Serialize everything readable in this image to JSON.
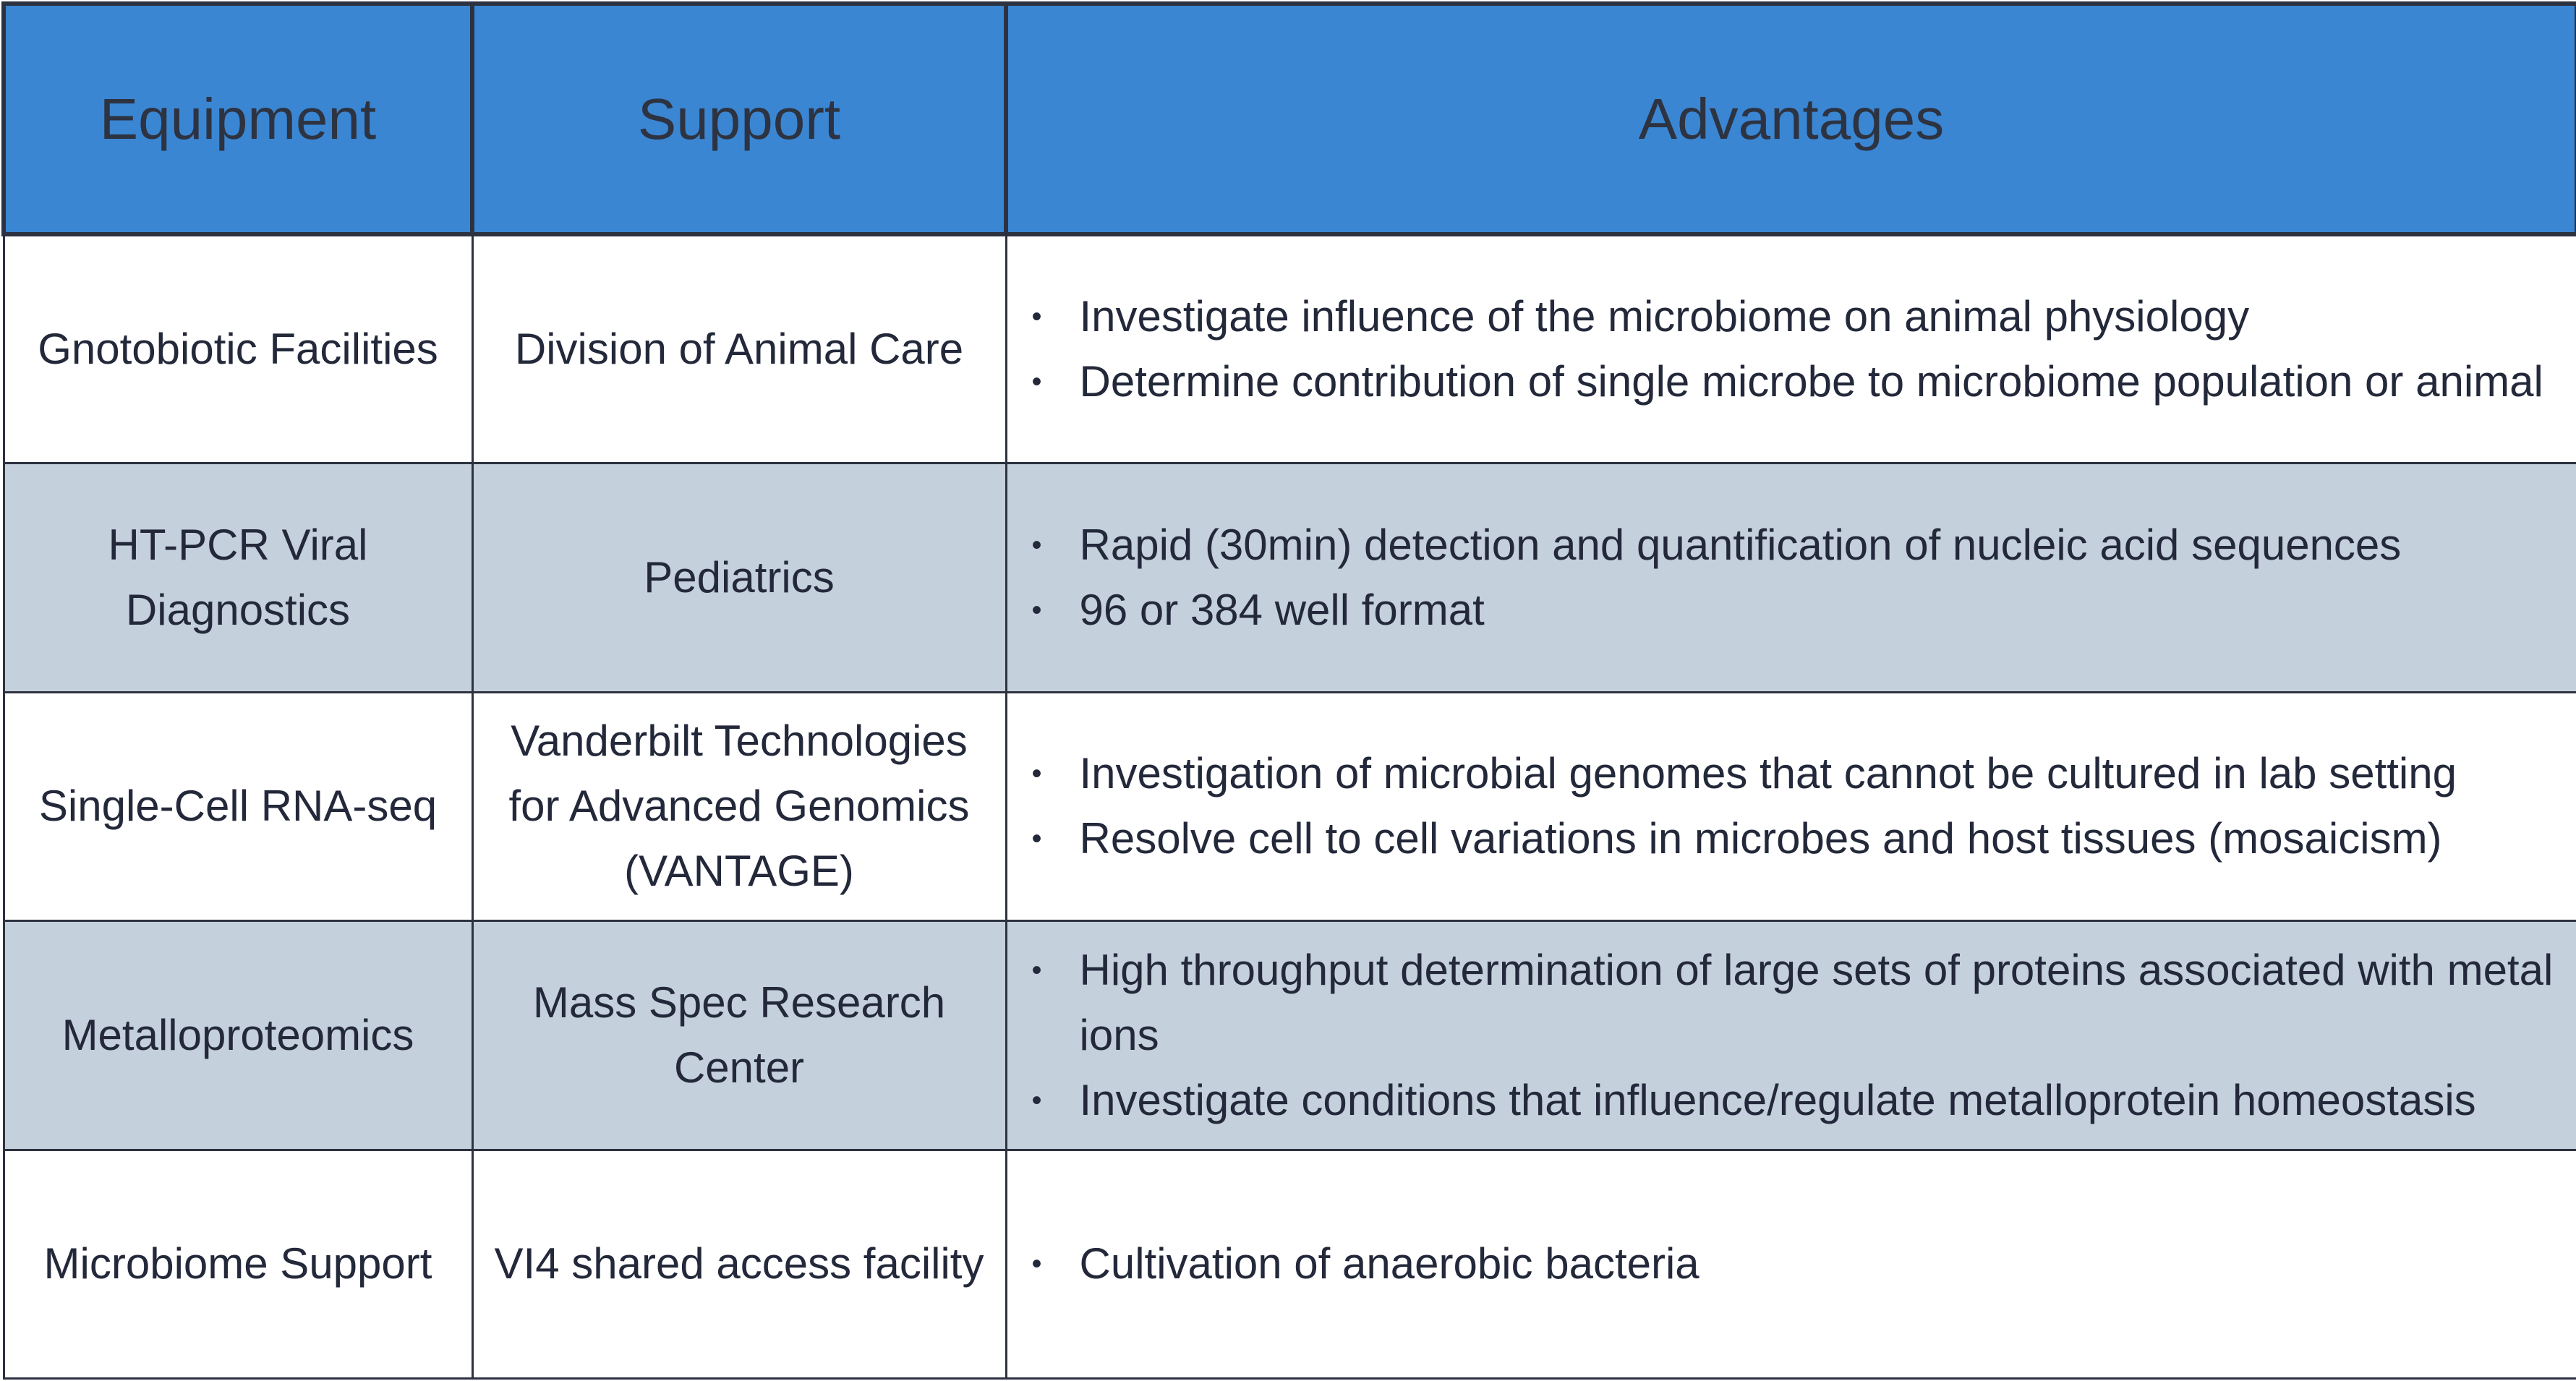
{
  "header": {
    "col1": "Equipment",
    "col2": "Support",
    "col3": "Advantages"
  },
  "rows": [
    {
      "equipment": "Gnotobiotic Facilities",
      "support": "Division of Animal Care",
      "advantages": [
        "Investigate influence of the microbiome on animal physiology",
        "Determine contribution of single microbe to microbiome population or animal"
      ]
    },
    {
      "equipment": "HT-PCR Viral Diagnostics",
      "support": "Pediatrics",
      "advantages": [
        "Rapid (30min) detection and quantification of nucleic acid sequences",
        "96 or 384 well format"
      ]
    },
    {
      "equipment": "Single-Cell RNA-seq",
      "support": "Vanderbilt Technologies for Advanced Genomics (VANTAGE)",
      "advantages": [
        "Investigation of microbial genomes that cannot be cultured in lab setting",
        "Resolve cell to cell variations in microbes and host tissues (mosaicism)"
      ]
    },
    {
      "equipment": "Metalloproteomics",
      "support": "Mass Spec Research Center",
      "advantages": [
        "High throughput determination of large sets of proteins associated with metal ions",
        "Investigate conditions that influence/regulate metalloprotein homeostasis"
      ]
    },
    {
      "equipment": "Microbiome Support",
      "support": "VI4 shared access facility",
      "advantages": [
        "Cultivation of anaerobic bacteria"
      ]
    }
  ],
  "bullet_glyph": "•",
  "colors": {
    "header_bg": "#3a86d3",
    "shade_row_bg": "#c4d0db",
    "border": "#2c3240"
  }
}
